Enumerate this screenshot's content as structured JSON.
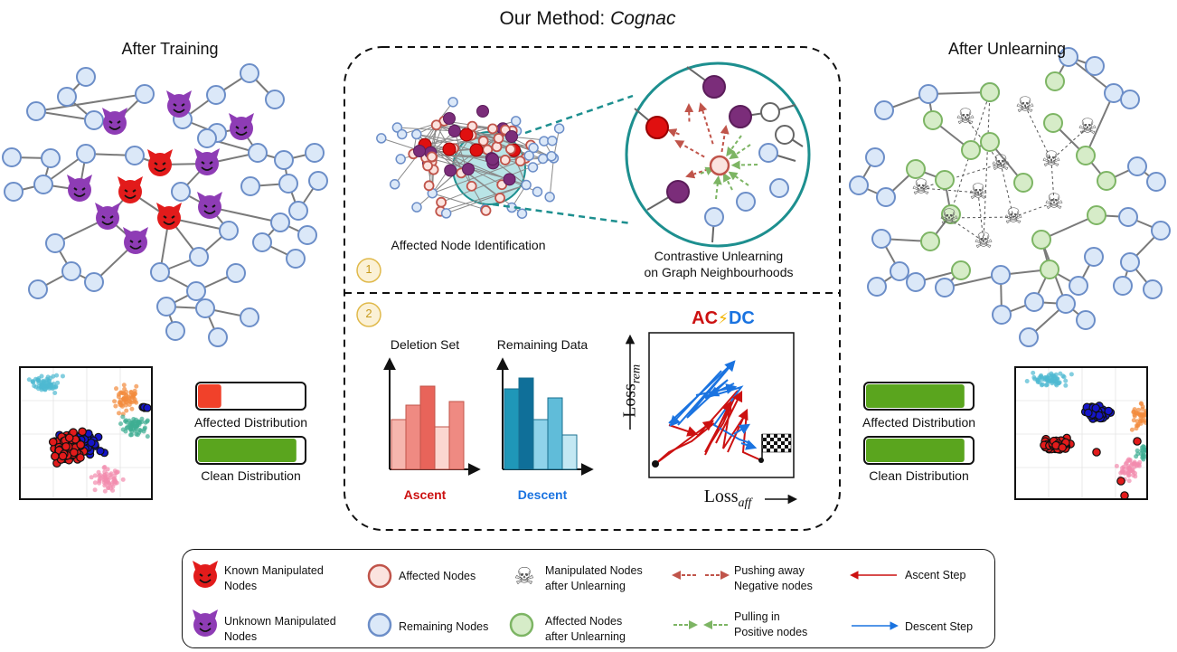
{
  "title_prefix": "Our Method: ",
  "title_method": "Cognac",
  "left_panel": {
    "title": "After Training",
    "affected_label": "Affected Distribution",
    "clean_label": "Clean Distribution",
    "affected_level": 0.22,
    "clean_level": 0.93
  },
  "right_panel": {
    "title": "After Unlearning",
    "affected_label": "Affected Distribution",
    "clean_label": "Clean Distribution",
    "affected_level": 0.93,
    "clean_level": 0.93
  },
  "step1": {
    "badge": "1",
    "left_caption": "Affected Node Identification",
    "right_caption_line1": "Contrastive Unlearning",
    "right_caption_line2": "on Graph Neighbourhoods"
  },
  "step2": {
    "badge": "2",
    "ac_label": "AC",
    "bolt": "⚡",
    "dc_label": "DC",
    "deletion_title": "Deletion Set",
    "remaining_title": "Remaining Data",
    "ascent_label": "Ascent",
    "descent_label": "Descent",
    "y_axis_label": "Loss",
    "y_axis_sub": "rem",
    "x_axis_label": "Loss",
    "x_axis_sub": "aff"
  },
  "legend": {
    "known": [
      "Known Manipulated",
      "Nodes"
    ],
    "unknown": [
      "Unknown Manipulated",
      "Nodes"
    ],
    "affected": "Affected Nodes",
    "remaining": "Remaining Nodes",
    "manipulated_after": [
      "Manipulated Nodes",
      "after Unlearning"
    ],
    "affected_after": [
      "Affected Nodes",
      "after Unlearning"
    ],
    "pushing": [
      "Pushing away",
      "Negative nodes"
    ],
    "pulling": [
      "Pulling in",
      "Positive nodes"
    ],
    "ascent_step": "Ascent Step",
    "descent_step": "Descent Step"
  },
  "icons": [
    "red-devil-icon",
    "purple-devil-icon",
    "skull-crossbones-icon",
    "lightning-bolt-icon",
    "checkered-flag-icon"
  ],
  "colors": {
    "remaining_fill": "#dbe8f8",
    "remaining_stroke": "#6c8ec8",
    "affected_fill": "#fbe3df",
    "affected_stroke": "#c0544a",
    "affected_after_fill": "#d6ecc8",
    "affected_after_stroke": "#7db564",
    "purple": "#7b2d7a",
    "red": "#e01010",
    "teal": "#1d8f8f",
    "ascent": "#cc1111",
    "descent": "#1a73e0",
    "green_bar": "#5aa51e",
    "red_bar": "#f1412a"
  }
}
